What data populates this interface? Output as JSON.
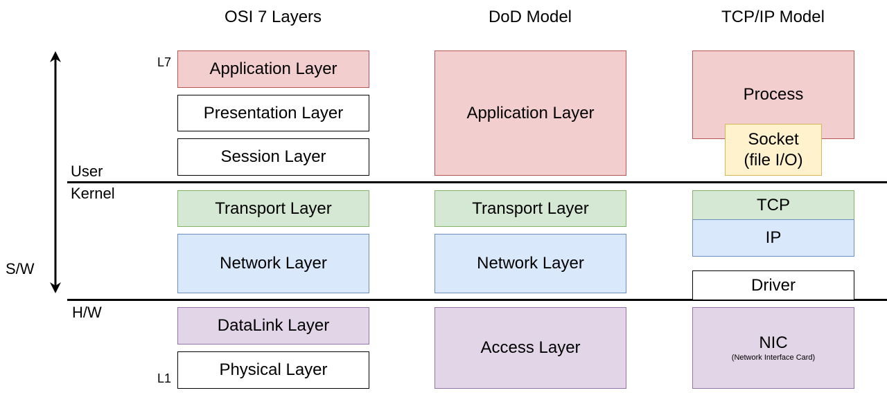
{
  "columns": {
    "osi": "OSI 7 Layers",
    "dod": "DoD Model",
    "tcpip": "TCP/IP Model"
  },
  "side": {
    "user": "User",
    "kernel": "Kernel",
    "sw": "S/W",
    "hw": "H/W",
    "l7": "L7",
    "l1": "L1"
  },
  "osi_layers": {
    "application": "Application Layer",
    "presentation": "Presentation Layer",
    "session": "Session Layer",
    "transport": "Transport Layer",
    "network": "Network Layer",
    "datalink": "DataLink Layer",
    "physical": "Physical Layer"
  },
  "dod_layers": {
    "application": "Application Layer",
    "transport": "Transport Layer",
    "network": "Network Layer",
    "access": "Access Layer"
  },
  "tcpip_layers": {
    "process": "Process",
    "socket_line1": "Socket",
    "socket_line2": "(file I/O)",
    "tcp": "TCP",
    "ip": "IP",
    "driver": "Driver",
    "nic": "NIC",
    "nic_sub": "(Network Interface Card)"
  },
  "colors": {
    "application": "#f3cece",
    "transport": "#d5e8d4",
    "network": "#dae8fc",
    "access": "#e1d5e7",
    "socket": "#fff2cc"
  }
}
